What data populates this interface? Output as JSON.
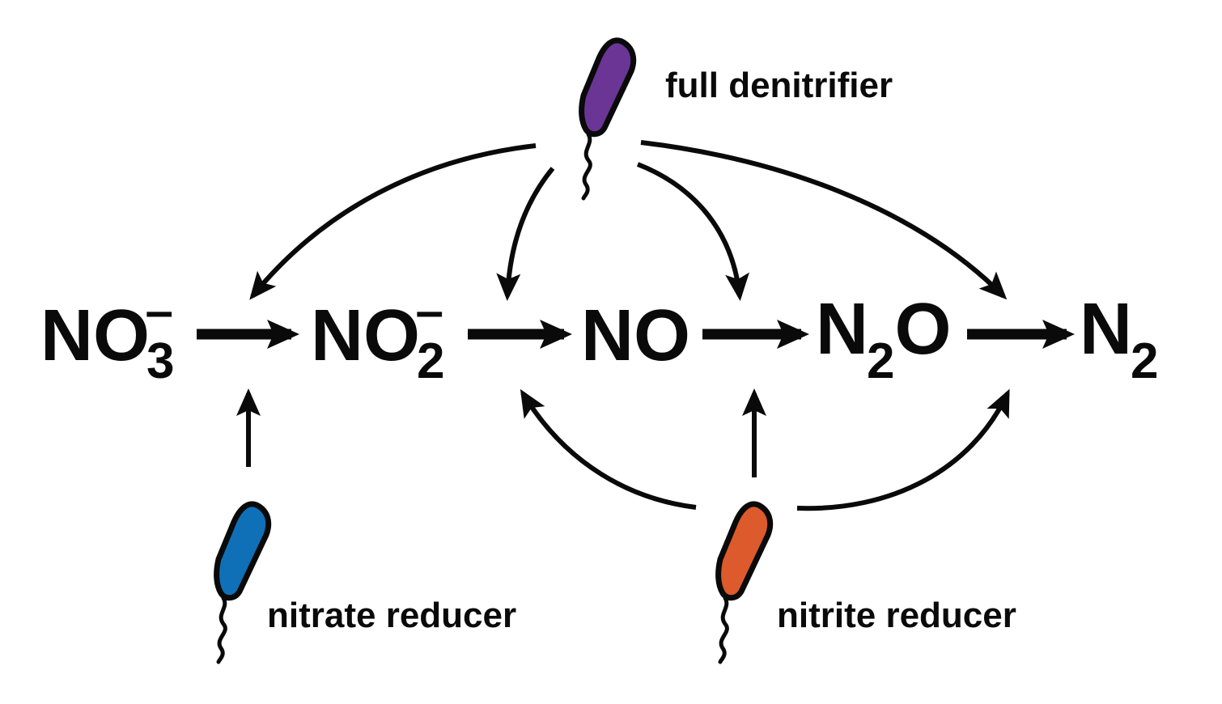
{
  "species": [
    {
      "id": "no3",
      "base": "NO",
      "sub": "3",
      "sup": "–"
    },
    {
      "id": "no2",
      "base": "NO",
      "sub": "2",
      "sup": "–"
    },
    {
      "id": "no",
      "base": "NO",
      "sub": "",
      "sup": ""
    },
    {
      "id": "n2o",
      "base_a": "N",
      "sub": "2",
      "base_b": "O"
    },
    {
      "id": "n2",
      "base": "N",
      "sub": "2"
    }
  ],
  "organisms": {
    "full_denitrifier": {
      "label": "full denitrifier",
      "color": "#6a3595"
    },
    "nitrate_reducer": {
      "label": "nitrate reducer",
      "color": "#0f70b7"
    },
    "nitrite_reducer": {
      "label": "nitrite reducer",
      "color": "#dc5a2b"
    }
  },
  "colors": {
    "ink": "#0a0a0a",
    "background": "#ffffff"
  }
}
